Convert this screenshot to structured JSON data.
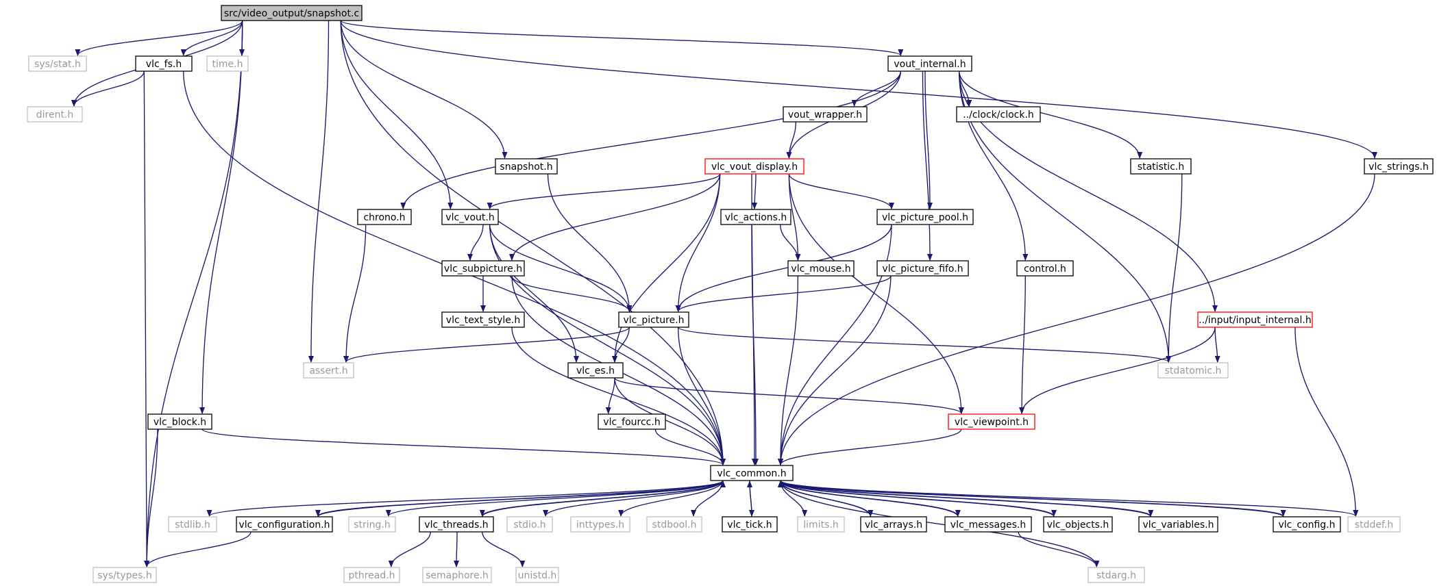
{
  "colors": {
    "edge": "#191970",
    "documented_border": "#000000",
    "external_border": "#bfbfbf",
    "warning_border": "#ff0000",
    "root_fill": "#bfbfbf",
    "text": "#000000",
    "external_text": "#999999",
    "warning_text": "#000000"
  },
  "nodes": [
    {
      "id": "snapshot_c",
      "label": "src/video_output/snapshot.c",
      "kind": "root"
    },
    {
      "id": "sys_stat",
      "label": "sys/stat.h",
      "kind": "external"
    },
    {
      "id": "vlc_fs",
      "label": "vlc_fs.h",
      "kind": "documented"
    },
    {
      "id": "time",
      "label": "time.h",
      "kind": "external"
    },
    {
      "id": "dirent",
      "label": "dirent.h",
      "kind": "external"
    },
    {
      "id": "vout_internal",
      "label": "vout_internal.h",
      "kind": "documented"
    },
    {
      "id": "vout_wrapper",
      "label": "vout_wrapper.h",
      "kind": "documented"
    },
    {
      "id": "clock",
      "label": "../clock/clock.h",
      "kind": "documented"
    },
    {
      "id": "vlc_strings",
      "label": "vlc_strings.h",
      "kind": "documented"
    },
    {
      "id": "snapshot_h",
      "label": "snapshot.h",
      "kind": "documented"
    },
    {
      "id": "vlc_vout_display",
      "label": "vlc_vout_display.h",
      "kind": "warning"
    },
    {
      "id": "statistic",
      "label": "statistic.h",
      "kind": "documented"
    },
    {
      "id": "chrono",
      "label": "chrono.h",
      "kind": "documented"
    },
    {
      "id": "vlc_vout",
      "label": "vlc_vout.h",
      "kind": "documented"
    },
    {
      "id": "vlc_actions",
      "label": "vlc_actions.h",
      "kind": "documented"
    },
    {
      "id": "vlc_picture_pool",
      "label": "vlc_picture_pool.h",
      "kind": "documented"
    },
    {
      "id": "vlc_subpicture",
      "label": "vlc_subpicture.h",
      "kind": "documented"
    },
    {
      "id": "vlc_mouse",
      "label": "vlc_mouse.h",
      "kind": "documented"
    },
    {
      "id": "vlc_picture_fifo",
      "label": "vlc_picture_fifo.h",
      "kind": "documented"
    },
    {
      "id": "control",
      "label": "control.h",
      "kind": "documented"
    },
    {
      "id": "vlc_text_style",
      "label": "vlc_text_style.h",
      "kind": "documented"
    },
    {
      "id": "vlc_picture",
      "label": "vlc_picture.h",
      "kind": "documented"
    },
    {
      "id": "input_internal",
      "label": "../input/input_internal.h",
      "kind": "warning"
    },
    {
      "id": "assert",
      "label": "assert.h",
      "kind": "external"
    },
    {
      "id": "vlc_es",
      "label": "vlc_es.h",
      "kind": "documented"
    },
    {
      "id": "stdatomic",
      "label": "stdatomic.h",
      "kind": "external"
    },
    {
      "id": "vlc_block",
      "label": "vlc_block.h",
      "kind": "documented"
    },
    {
      "id": "vlc_fourcc",
      "label": "vlc_fourcc.h",
      "kind": "documented"
    },
    {
      "id": "vlc_viewpoint",
      "label": "vlc_viewpoint.h",
      "kind": "warning"
    },
    {
      "id": "vlc_common",
      "label": "vlc_common.h",
      "kind": "documented"
    },
    {
      "id": "stdlib",
      "label": "stdlib.h",
      "kind": "external"
    },
    {
      "id": "vlc_configuration",
      "label": "vlc_configuration.h",
      "kind": "documented"
    },
    {
      "id": "string",
      "label": "string.h",
      "kind": "external"
    },
    {
      "id": "vlc_threads",
      "label": "vlc_threads.h",
      "kind": "documented"
    },
    {
      "id": "stdio",
      "label": "stdio.h",
      "kind": "external"
    },
    {
      "id": "inttypes",
      "label": "inttypes.h",
      "kind": "external"
    },
    {
      "id": "stdbool",
      "label": "stdbool.h",
      "kind": "external"
    },
    {
      "id": "vlc_tick",
      "label": "vlc_tick.h",
      "kind": "documented"
    },
    {
      "id": "limits",
      "label": "limits.h",
      "kind": "external"
    },
    {
      "id": "vlc_arrays",
      "label": "vlc_arrays.h",
      "kind": "documented"
    },
    {
      "id": "vlc_messages",
      "label": "vlc_messages.h",
      "kind": "documented"
    },
    {
      "id": "vlc_objects",
      "label": "vlc_objects.h",
      "kind": "documented"
    },
    {
      "id": "vlc_variables",
      "label": "vlc_variables.h",
      "kind": "documented"
    },
    {
      "id": "vlc_config",
      "label": "vlc_config.h",
      "kind": "documented"
    },
    {
      "id": "stddef",
      "label": "stddef.h",
      "kind": "external"
    },
    {
      "id": "sys_types",
      "label": "sys/types.h",
      "kind": "external"
    },
    {
      "id": "pthread",
      "label": "pthread.h",
      "kind": "external"
    },
    {
      "id": "semaphore",
      "label": "semaphore.h",
      "kind": "external"
    },
    {
      "id": "unistd",
      "label": "unistd.h",
      "kind": "external"
    },
    {
      "id": "stdarg",
      "label": "stdarg.h",
      "kind": "external"
    }
  ],
  "edges": [
    [
      "snapshot_c",
      "sys_stat"
    ],
    [
      "snapshot_c",
      "vlc_fs"
    ],
    [
      "snapshot_c",
      "time"
    ],
    [
      "snapshot_c",
      "dirent"
    ],
    [
      "snapshot_c",
      "vout_internal"
    ],
    [
      "snapshot_c",
      "vlc_strings"
    ],
    [
      "snapshot_c",
      "snapshot_h"
    ],
    [
      "snapshot_c",
      "vlc_vout"
    ],
    [
      "snapshot_c",
      "assert"
    ],
    [
      "snapshot_c",
      "vlc_block"
    ],
    [
      "snapshot_c",
      "sys_types"
    ],
    [
      "snapshot_c",
      "vlc_common"
    ],
    [
      "vlc_fs",
      "dirent"
    ],
    [
      "vlc_fs",
      "sys_types"
    ],
    [
      "vlc_fs",
      "vlc_common"
    ],
    [
      "vout_internal",
      "vout_wrapper"
    ],
    [
      "vout_internal",
      "clock"
    ],
    [
      "vout_internal",
      "vlc_vout_display"
    ],
    [
      "vout_internal",
      "chrono"
    ],
    [
      "vout_internal",
      "vlc_picture_pool"
    ],
    [
      "vout_internal",
      "vlc_picture_fifo"
    ],
    [
      "vout_internal",
      "control"
    ],
    [
      "vout_internal",
      "statistic"
    ],
    [
      "vout_internal",
      "input_internal"
    ],
    [
      "vout_internal",
      "stdatomic"
    ],
    [
      "vout_wrapper",
      "vlc_vout_display"
    ],
    [
      "vlc_strings",
      "vlc_common"
    ],
    [
      "snapshot_h",
      "vlc_picture"
    ],
    [
      "vlc_vout_display",
      "vlc_vout"
    ],
    [
      "vlc_vout_display",
      "vlc_actions"
    ],
    [
      "vlc_vout_display",
      "vlc_picture_pool"
    ],
    [
      "vlc_vout_display",
      "vlc_subpicture"
    ],
    [
      "vlc_vout_display",
      "vlc_mouse"
    ],
    [
      "vlc_vout_display",
      "vlc_picture"
    ],
    [
      "vlc_vout_display",
      "vlc_es"
    ],
    [
      "vlc_vout_display",
      "vlc_viewpoint"
    ],
    [
      "vlc_vout_display",
      "vlc_common"
    ],
    [
      "statistic",
      "stdatomic"
    ],
    [
      "chrono",
      "assert"
    ],
    [
      "vlc_vout",
      "vlc_subpicture"
    ],
    [
      "vlc_vout",
      "vlc_picture"
    ],
    [
      "vlc_vout",
      "vlc_es"
    ],
    [
      "vlc_vout",
      "vlc_common"
    ],
    [
      "vlc_actions",
      "vlc_mouse"
    ],
    [
      "vlc_actions",
      "vlc_common"
    ],
    [
      "vlc_picture_pool",
      "vlc_picture"
    ],
    [
      "vlc_picture_pool",
      "vlc_common"
    ],
    [
      "vlc_subpicture",
      "vlc_text_style"
    ],
    [
      "vlc_subpicture",
      "vlc_picture"
    ],
    [
      "vlc_subpicture",
      "vlc_common"
    ],
    [
      "vlc_mouse",
      "vlc_common"
    ],
    [
      "vlc_picture_fifo",
      "vlc_picture"
    ],
    [
      "vlc_picture_fifo",
      "vlc_common"
    ],
    [
      "control",
      "vlc_viewpoint"
    ],
    [
      "vlc_text_style",
      "vlc_common"
    ],
    [
      "vlc_picture",
      "assert"
    ],
    [
      "vlc_picture",
      "vlc_es"
    ],
    [
      "vlc_picture",
      "stdatomic"
    ],
    [
      "vlc_picture",
      "vlc_common"
    ],
    [
      "input_internal",
      "stdatomic"
    ],
    [
      "input_internal",
      "vlc_viewpoint"
    ],
    [
      "input_internal",
      "stddef"
    ],
    [
      "vlc_es",
      "vlc_fourcc"
    ],
    [
      "vlc_es",
      "vlc_viewpoint"
    ],
    [
      "vlc_es",
      "vlc_common"
    ],
    [
      "vlc_block",
      "sys_types"
    ],
    [
      "vlc_block",
      "vlc_common"
    ],
    [
      "vlc_fourcc",
      "vlc_common"
    ],
    [
      "vlc_viewpoint",
      "vlc_common"
    ],
    [
      "vlc_common",
      "stdlib"
    ],
    [
      "vlc_common",
      "vlc_configuration"
    ],
    [
      "vlc_common",
      "string"
    ],
    [
      "vlc_common",
      "vlc_threads"
    ],
    [
      "vlc_common",
      "stdio"
    ],
    [
      "vlc_common",
      "inttypes"
    ],
    [
      "vlc_common",
      "stdbool"
    ],
    [
      "vlc_common",
      "vlc_tick"
    ],
    [
      "vlc_common",
      "limits"
    ],
    [
      "vlc_common",
      "vlc_arrays"
    ],
    [
      "vlc_common",
      "vlc_messages"
    ],
    [
      "vlc_common",
      "vlc_objects"
    ],
    [
      "vlc_common",
      "vlc_variables"
    ],
    [
      "vlc_common",
      "vlc_config"
    ],
    [
      "vlc_common",
      "stddef"
    ],
    [
      "vlc_common",
      "stdarg"
    ],
    [
      "vlc_configuration",
      "vlc_common"
    ],
    [
      "vlc_configuration",
      "sys_types"
    ],
    [
      "vlc_threads",
      "vlc_common"
    ],
    [
      "vlc_threads",
      "pthread"
    ],
    [
      "vlc_threads",
      "semaphore"
    ],
    [
      "vlc_threads",
      "unistd"
    ],
    [
      "vlc_tick",
      "vlc_common"
    ],
    [
      "vlc_arrays",
      "vlc_common"
    ],
    [
      "vlc_messages",
      "vlc_common"
    ],
    [
      "vlc_messages",
      "stdarg"
    ],
    [
      "vlc_objects",
      "vlc_common"
    ],
    [
      "vlc_variables",
      "vlc_common"
    ],
    [
      "vlc_config",
      "vlc_common"
    ]
  ]
}
